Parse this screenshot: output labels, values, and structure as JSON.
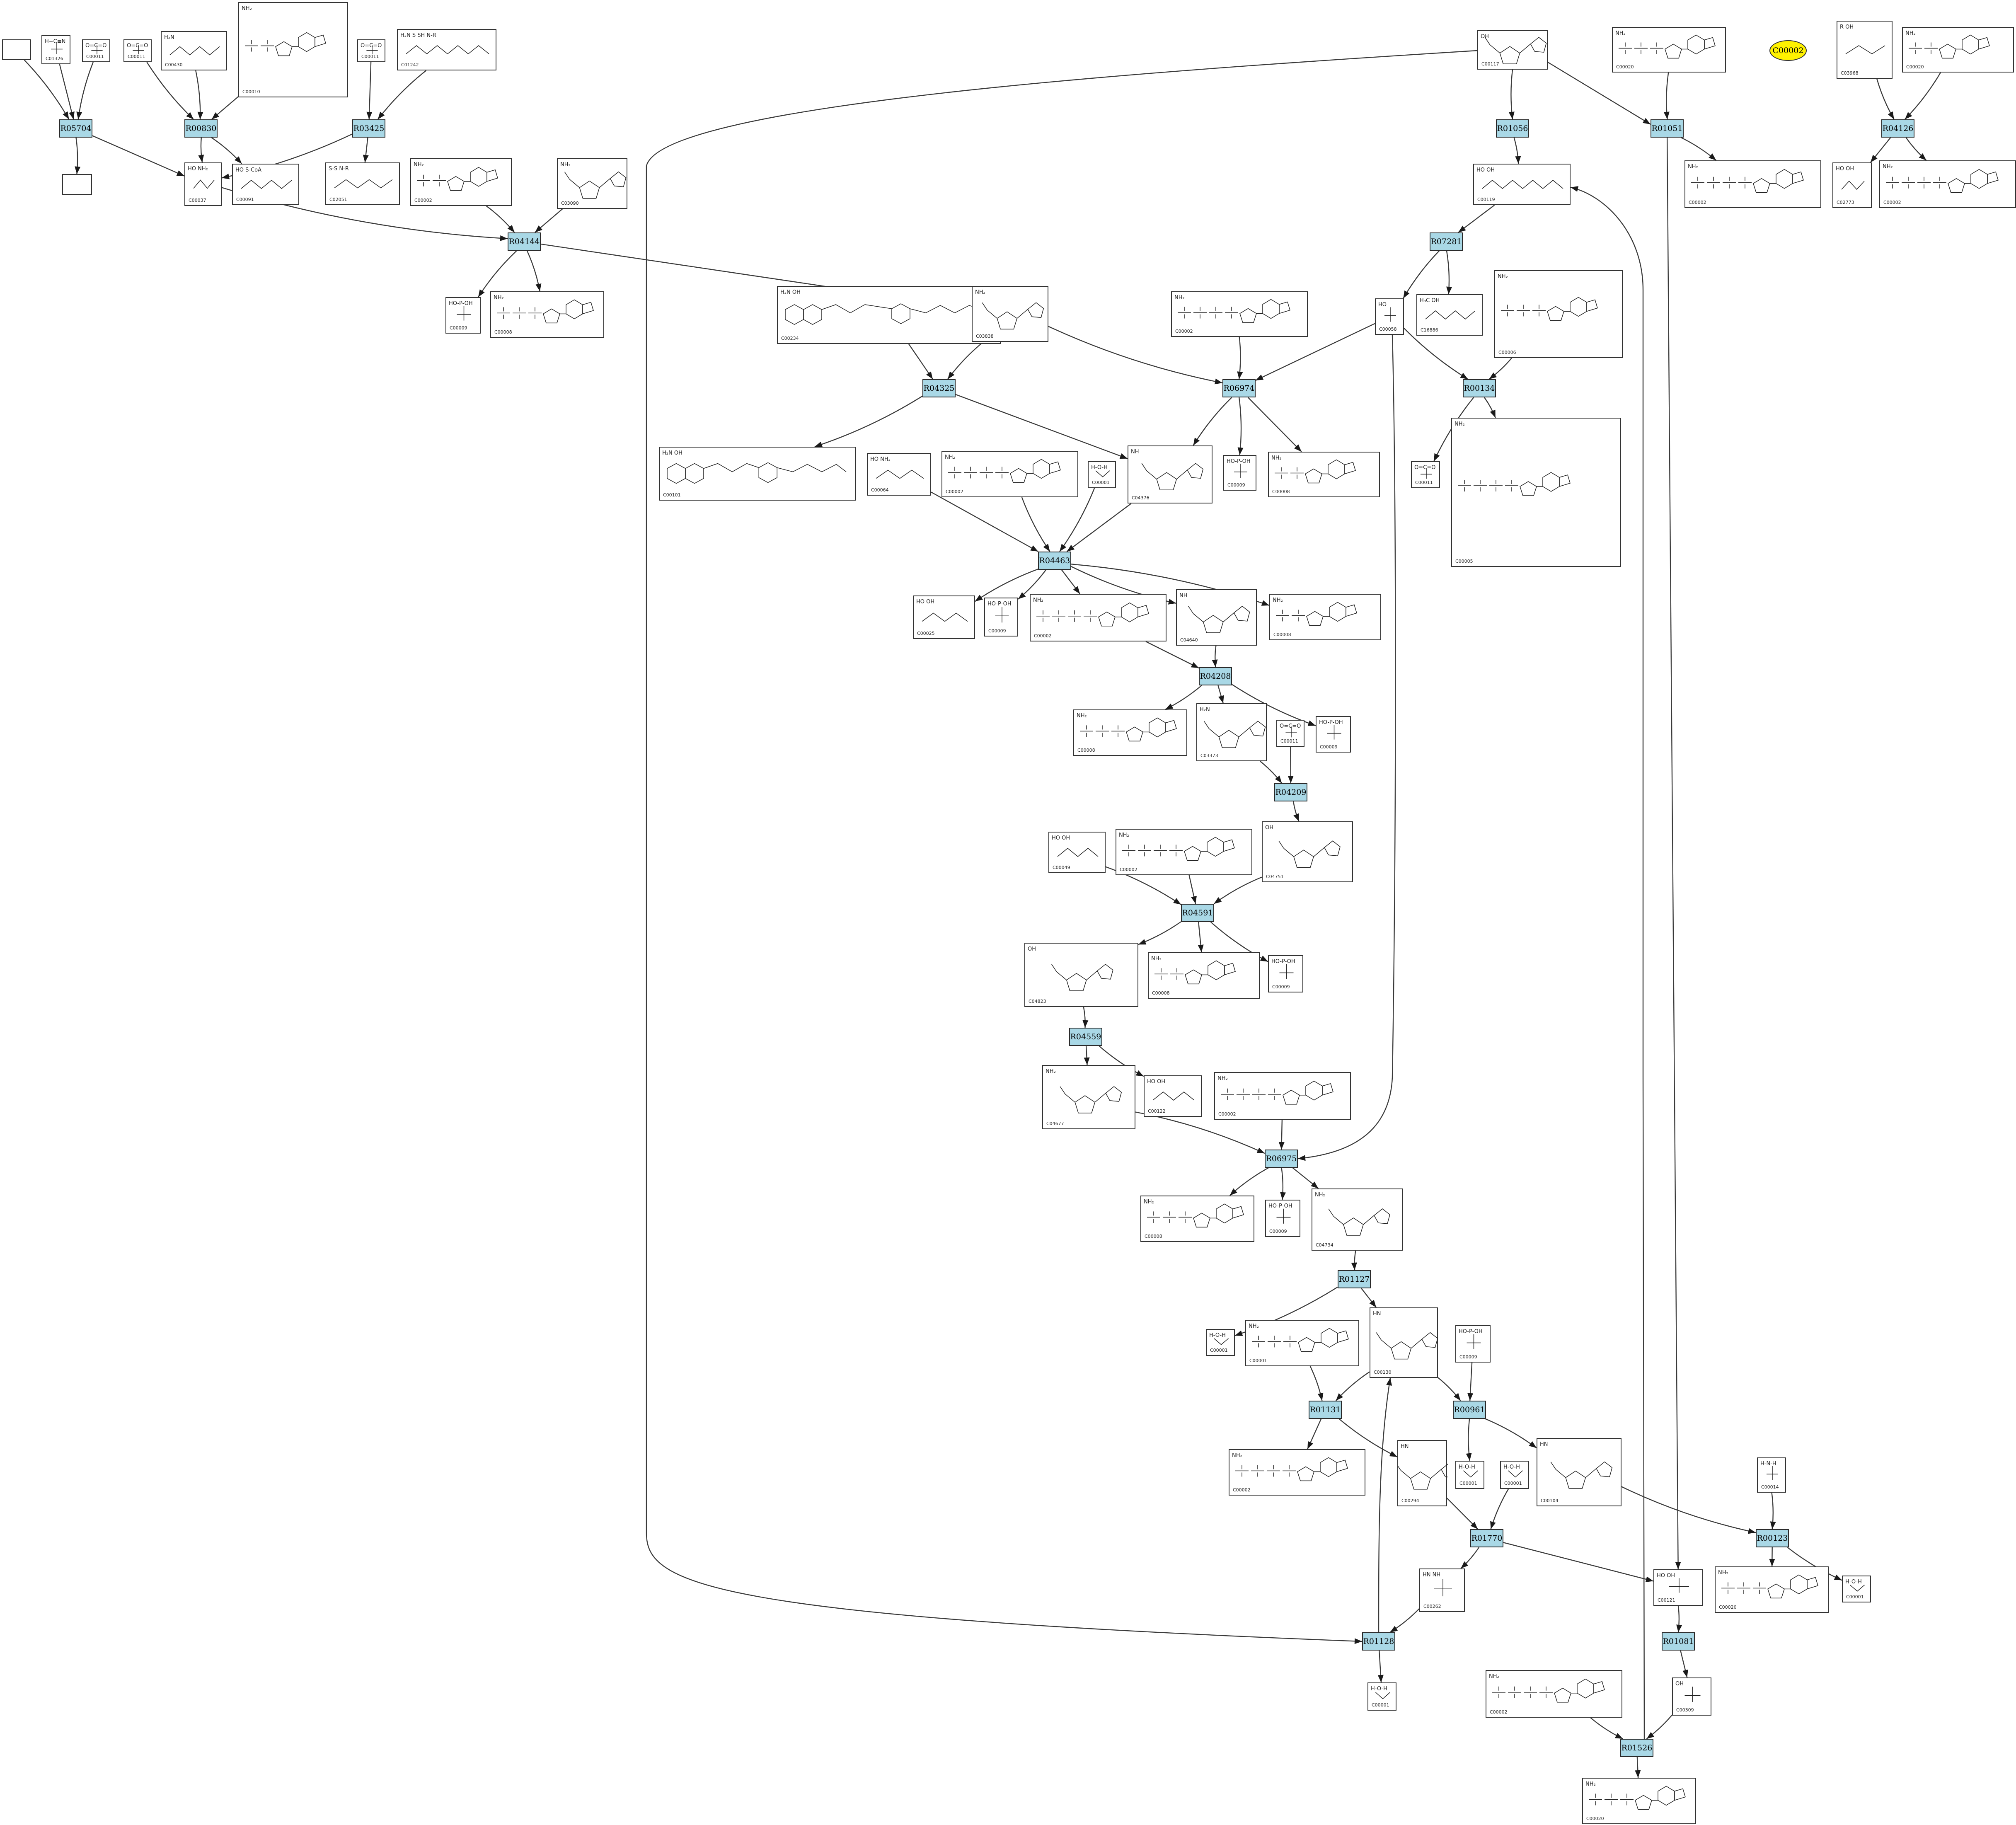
{
  "reactions": [
    {
      "id": "R05704",
      "label": "R05704"
    },
    {
      "id": "R00830",
      "label": "R00830"
    },
    {
      "id": "R03425",
      "label": "R03425"
    },
    {
      "id": "R04144",
      "label": "R04144"
    },
    {
      "id": "R01056",
      "label": "R01056"
    },
    {
      "id": "R01051",
      "label": "R01051"
    },
    {
      "id": "R04126",
      "label": "R04126"
    },
    {
      "id": "R07281",
      "label": "R07281"
    },
    {
      "id": "R04325",
      "label": "R04325"
    },
    {
      "id": "R06974",
      "label": "R06974"
    },
    {
      "id": "R00134",
      "label": "R00134"
    },
    {
      "id": "R04463",
      "label": "R04463"
    },
    {
      "id": "R04208",
      "label": "R04208"
    },
    {
      "id": "R04209",
      "label": "R04209"
    },
    {
      "id": "R04591",
      "label": "R04591"
    },
    {
      "id": "R04559",
      "label": "R04559"
    },
    {
      "id": "R06975",
      "label": "R06975"
    },
    {
      "id": "R01127",
      "label": "R01127"
    },
    {
      "id": "R01131",
      "label": "R01131"
    },
    {
      "id": "R00961",
      "label": "R00961"
    },
    {
      "id": "R01770",
      "label": "R01770"
    },
    {
      "id": "R00123",
      "label": "R00123"
    },
    {
      "id": "R01128",
      "label": "R01128"
    },
    {
      "id": "R01081",
      "label": "R01081"
    },
    {
      "id": "R01526",
      "label": "R01526"
    }
  ],
  "compounds": [
    {
      "id": "blank1",
      "code": "",
      "kind": "blank"
    },
    {
      "id": "C01326",
      "code": "C01326",
      "kind": "small",
      "formula": "H−C≡N"
    },
    {
      "id": "C00011a",
      "code": "C00011",
      "kind": "small",
      "formula": "O=C=O"
    },
    {
      "id": "C00011b",
      "code": "C00011",
      "kind": "small",
      "formula": "O=C=O"
    },
    {
      "id": "C00430",
      "code": "C00430",
      "kind": "chain",
      "formula": "H₂N"
    },
    {
      "id": "C00010",
      "code": "C00010",
      "kind": "nucleotide",
      "formula": "NH₂"
    },
    {
      "id": "C00011c",
      "code": "C00011",
      "kind": "small",
      "formula": "O=C=O"
    },
    {
      "id": "C01242",
      "code": "C01242",
      "kind": "chain",
      "formula": "H₂N S SH N-R"
    },
    {
      "id": "blank2",
      "code": "",
      "kind": "blank"
    },
    {
      "id": "C00037",
      "code": "C00037",
      "kind": "chain",
      "formula": "HO NH₂"
    },
    {
      "id": "C00091",
      "code": "C00091",
      "kind": "chain",
      "formula": "HO S-CoA"
    },
    {
      "id": "C02051",
      "code": "C02051",
      "kind": "chain",
      "formula": "S-S N-R"
    },
    {
      "id": "C00002a",
      "code": "C00002",
      "kind": "nucleotide",
      "formula": "NH₂"
    },
    {
      "id": "C03090",
      "code": "C03090",
      "kind": "sugar",
      "formula": "NH₂"
    },
    {
      "id": "C00009a",
      "code": "C00009",
      "kind": "small",
      "formula": "HO-P-OH"
    },
    {
      "id": "C00008a",
      "code": "C00008",
      "kind": "nucleotide",
      "formula": "NH₂"
    },
    {
      "id": "C00117",
      "code": "C00117",
      "kind": "sugar",
      "formula": "OH"
    },
    {
      "id": "C00020a",
      "code": "C00020",
      "kind": "nucleotide",
      "formula": "NH₂"
    },
    {
      "id": "C03968",
      "code": "C03968",
      "kind": "chain",
      "formula": "R OH"
    },
    {
      "id": "C00020b",
      "code": "C00020",
      "kind": "nucleotide",
      "formula": "NH₂"
    },
    {
      "id": "C00119",
      "code": "C00119",
      "kind": "chain",
      "formula": "HO OH"
    },
    {
      "id": "C00002b",
      "code": "C00002",
      "kind": "nucleotide",
      "formula": "NH₂"
    },
    {
      "id": "C02773",
      "code": "C02773",
      "kind": "chain",
      "formula": "HO OH"
    },
    {
      "id": "C00002c",
      "code": "C00002",
      "kind": "nucleotide",
      "formula": "NH₂"
    },
    {
      "id": "C00234",
      "code": "C00234",
      "kind": "folate",
      "formula": "H₂N OH"
    },
    {
      "id": "C03838",
      "code": "C03838",
      "kind": "sugar",
      "formula": "NH₂"
    },
    {
      "id": "C00002d",
      "code": "C00002",
      "kind": "nucleotide",
      "formula": "NH₂"
    },
    {
      "id": "C00058",
      "code": "C00058",
      "kind": "small",
      "formula": "HO"
    },
    {
      "id": "C16886",
      "code": "C16886",
      "kind": "chain",
      "formula": "H₃C OH"
    },
    {
      "id": "C00006",
      "code": "C00006",
      "kind": "nucleotide",
      "formula": "NH₂"
    },
    {
      "id": "C00101",
      "code": "C00101",
      "kind": "folate",
      "formula": "H₂N OH"
    },
    {
      "id": "C00064",
      "code": "C00064",
      "kind": "chain",
      "formula": "HO NH₂"
    },
    {
      "id": "C00002e",
      "code": "C00002",
      "kind": "nucleotide",
      "formula": "NH₂"
    },
    {
      "id": "C00001a",
      "code": "C00001",
      "kind": "water",
      "formula": "H-O-H"
    },
    {
      "id": "C04376",
      "code": "C04376",
      "kind": "sugar",
      "formula": "NH"
    },
    {
      "id": "C00009b",
      "code": "C00009",
      "kind": "small",
      "formula": "HO-P-OH"
    },
    {
      "id": "C00008b",
      "code": "C00008",
      "kind": "nucleotide",
      "formula": "NH₂"
    },
    {
      "id": "C00011d",
      "code": "C00011",
      "kind": "small",
      "formula": "O=C=O"
    },
    {
      "id": "C00005",
      "code": "C00005",
      "kind": "nucleotide",
      "formula": "NH₂"
    },
    {
      "id": "C00025",
      "code": "C00025",
      "kind": "chain",
      "formula": "HO OH"
    },
    {
      "id": "C00009c",
      "code": "C00009",
      "kind": "small",
      "formula": "HO-P-OH"
    },
    {
      "id": "C00002f",
      "code": "C00002",
      "kind": "nucleotide",
      "formula": "NH₂"
    },
    {
      "id": "C04640",
      "code": "C04640",
      "kind": "sugar",
      "formula": "NH"
    },
    {
      "id": "C00008c",
      "code": "C00008",
      "kind": "nucleotide",
      "formula": "NH₂"
    },
    {
      "id": "C00008d",
      "code": "C00008",
      "kind": "nucleotide",
      "formula": "NH₂"
    },
    {
      "id": "C03373",
      "code": "C03373",
      "kind": "sugar",
      "formula": "H₂N"
    },
    {
      "id": "C00011e",
      "code": "C00011",
      "kind": "small",
      "formula": "O=C=O"
    },
    {
      "id": "C00009d",
      "code": "C00009",
      "kind": "small",
      "formula": "HO-P-OH"
    },
    {
      "id": "C00049",
      "code": "C00049",
      "kind": "chain",
      "formula": "HO OH"
    },
    {
      "id": "C00002g",
      "code": "C00002",
      "kind": "nucleotide",
      "formula": "NH₂"
    },
    {
      "id": "C04751",
      "code": "C04751",
      "kind": "sugar",
      "formula": "OH"
    },
    {
      "id": "C04823",
      "code": "C04823",
      "kind": "sugar",
      "formula": "OH"
    },
    {
      "id": "C00008e",
      "code": "C00008",
      "kind": "nucleotide",
      "formula": "NH₂"
    },
    {
      "id": "C00009e",
      "code": "C00009",
      "kind": "small",
      "formula": "HO-P-OH"
    },
    {
      "id": "C04677",
      "code": "C04677",
      "kind": "sugar",
      "formula": "NH₂"
    },
    {
      "id": "C00122",
      "code": "C00122",
      "kind": "chain",
      "formula": "HO OH"
    },
    {
      "id": "C00002h",
      "code": "C00002",
      "kind": "nucleotide",
      "formula": "NH₂"
    },
    {
      "id": "C00008f",
      "code": "C00008",
      "kind": "nucleotide",
      "formula": "NH₂"
    },
    {
      "id": "C00009f",
      "code": "C00009",
      "kind": "small",
      "formula": "HO-P-OH"
    },
    {
      "id": "C04734",
      "code": "C04734",
      "kind": "sugar",
      "formula": "NH₂"
    },
    {
      "id": "C00001b",
      "code": "C00001",
      "kind": "water",
      "formula": "H-O-H"
    },
    {
      "id": "C00001c",
      "code": "C00001",
      "kind": "nucleotide",
      "formula": "NH₂"
    },
    {
      "id": "C00130",
      "code": "C00130",
      "kind": "sugar",
      "formula": "HN"
    },
    {
      "id": "C00009g",
      "code": "C00009",
      "kind": "small",
      "formula": "HO-P-OH"
    },
    {
      "id": "C00002i",
      "code": "C00002",
      "kind": "nucleotide",
      "formula": "NH₂"
    },
    {
      "id": "C00294",
      "code": "C00294",
      "kind": "sugar",
      "formula": "HN"
    },
    {
      "id": "C00001d",
      "code": "C00001",
      "kind": "water",
      "formula": "H-O-H"
    },
    {
      "id": "C00001e",
      "code": "C00001",
      "kind": "water",
      "formula": "H-O-H"
    },
    {
      "id": "C00104",
      "code": "C00104",
      "kind": "sugar",
      "formula": "HN"
    },
    {
      "id": "C00014",
      "code": "C00014",
      "kind": "small",
      "formula": "H-N-H"
    },
    {
      "id": "C00262",
      "code": "C00262",
      "kind": "small",
      "formula": "HN NH"
    },
    {
      "id": "C00121",
      "code": "C00121",
      "kind": "small",
      "formula": "HO OH"
    },
    {
      "id": "C00020c",
      "code": "C00020",
      "kind": "nucleotide",
      "formula": "NH₂"
    },
    {
      "id": "C00001f",
      "code": "C00001",
      "kind": "water",
      "formula": "H-O-H"
    },
    {
      "id": "C00001g",
      "code": "C00001",
      "kind": "water",
      "formula": "H-O-H"
    },
    {
      "id": "C00002j",
      "code": "C00002",
      "kind": "nucleotide",
      "formula": "NH₂"
    },
    {
      "id": "C00309",
      "code": "C00309",
      "kind": "small",
      "formula": "OH"
    },
    {
      "id": "C00020d",
      "code": "C00020",
      "kind": "nucleotide",
      "formula": "NH₂"
    }
  ],
  "highlight": {
    "id": "C00002",
    "label": "C00002",
    "color": "#fff200"
  },
  "colors": {
    "reaction_fill": "#a9d8e6",
    "edge": "#3a3a3a"
  },
  "edges": [
    [
      "blank1",
      "R05704"
    ],
    [
      "C01326",
      "R05704"
    ],
    [
      "C00011a",
      "R05704"
    ],
    [
      "R05704",
      "blank2"
    ],
    [
      "R05704",
      "C00037"
    ],
    [
      "C00011b",
      "R00830"
    ],
    [
      "C00430",
      "R00830"
    ],
    [
      "C00010",
      "R00830"
    ],
    [
      "R00830",
      "C00037"
    ],
    [
      "R00830",
      "C00091"
    ],
    [
      "C00011c",
      "R03425"
    ],
    [
      "C01242",
      "R03425"
    ],
    [
      "R03425",
      "C00037"
    ],
    [
      "R03425",
      "C02051"
    ],
    [
      "C00037",
      "R04144"
    ],
    [
      "C00002a",
      "R04144"
    ],
    [
      "C03090",
      "R04144"
    ],
    [
      "R04144",
      "C00009a"
    ],
    [
      "R04144",
      "C00008a"
    ],
    [
      "R04144",
      "C03838"
    ],
    [
      "C00117",
      "R01056"
    ],
    [
      "C00117",
      "R01051"
    ],
    [
      "C00117",
      "R01128"
    ],
    [
      "C00020a",
      "R01051"
    ],
    [
      "R01051",
      "C00002b"
    ],
    [
      "R01051",
      "C00121"
    ],
    [
      "C03968",
      "R04126"
    ],
    [
      "C00020b",
      "R04126"
    ],
    [
      "R04126",
      "C02773"
    ],
    [
      "R04126",
      "C00002c"
    ],
    [
      "R01056",
      "C00119"
    ],
    [
      "C00119",
      "R07281"
    ],
    [
      "R07281",
      "C00058"
    ],
    [
      "R07281",
      "C16886"
    ],
    [
      "C00234",
      "R04325"
    ],
    [
      "C03838",
      "R04325"
    ],
    [
      "R04325",
      "C00101"
    ],
    [
      "R04325",
      "C04376"
    ],
    [
      "C03838",
      "R06974"
    ],
    [
      "C00002d",
      "R06974"
    ],
    [
      "C00058",
      "R06974"
    ],
    [
      "R06974",
      "C04376"
    ],
    [
      "R06974",
      "C00009b"
    ],
    [
      "R06974",
      "C00008b"
    ],
    [
      "C00058",
      "R00134"
    ],
    [
      "C00006",
      "R00134"
    ],
    [
      "C00058",
      "R06975"
    ],
    [
      "R00134",
      "C00011d"
    ],
    [
      "R00134",
      "C00005"
    ],
    [
      "C00064",
      "R04463"
    ],
    [
      "C00002e",
      "R04463"
    ],
    [
      "C00001a",
      "R04463"
    ],
    [
      "C04376",
      "R04463"
    ],
    [
      "R04463",
      "C00025"
    ],
    [
      "R04463",
      "C00009c"
    ],
    [
      "R04463",
      "C00002f"
    ],
    [
      "R04463",
      "C04640"
    ],
    [
      "R04463",
      "C00008c"
    ],
    [
      "C00002f",
      "R04208"
    ],
    [
      "C04640",
      "R04208"
    ],
    [
      "R04208",
      "C00008d"
    ],
    [
      "R04208",
      "C03373"
    ],
    [
      "R04208",
      "C00009d"
    ],
    [
      "C03373",
      "R04209"
    ],
    [
      "C00011e",
      "R04209"
    ],
    [
      "R04209",
      "C04751"
    ],
    [
      "C00049",
      "R04591"
    ],
    [
      "C00002g",
      "R04591"
    ],
    [
      "C04751",
      "R04591"
    ],
    [
      "R04591",
      "C04823"
    ],
    [
      "R04591",
      "C00008e"
    ],
    [
      "R04591",
      "C00009e"
    ],
    [
      "C04823",
      "R04559"
    ],
    [
      "R04559",
      "C04677"
    ],
    [
      "R04559",
      "C00122"
    ],
    [
      "C04677",
      "R06975"
    ],
    [
      "C00002h",
      "R06975"
    ],
    [
      "R06975",
      "C00008f"
    ],
    [
      "R06975",
      "C00009f"
    ],
    [
      "R06975",
      "C04734"
    ],
    [
      "C04734",
      "R01127"
    ],
    [
      "R01127",
      "C00001b"
    ],
    [
      "R01127",
      "C00130"
    ],
    [
      "C00130",
      "R01131"
    ],
    [
      "C00001c",
      "R01131"
    ],
    [
      "R01131",
      "C00002i"
    ],
    [
      "R01131",
      "C00294"
    ],
    [
      "C00130",
      "R00961"
    ],
    [
      "C00009g",
      "R00961"
    ],
    [
      "R00961",
      "C00001d"
    ],
    [
      "R00961",
      "C00104"
    ],
    [
      "C00294",
      "R01770"
    ],
    [
      "C00001e",
      "R01770"
    ],
    [
      "R01770",
      "C00262"
    ],
    [
      "R01770",
      "C00121"
    ],
    [
      "C00104",
      "R00123"
    ],
    [
      "C00014",
      "R00123"
    ],
    [
      "R00123",
      "C00020c"
    ],
    [
      "R00123",
      "C00001f"
    ],
    [
      "C00262",
      "R01128"
    ],
    [
      "R01128",
      "C00001g"
    ],
    [
      "R01128",
      "C00130"
    ],
    [
      "C00121",
      "R01081"
    ],
    [
      "R01081",
      "C00309"
    ],
    [
      "C00002j",
      "R01526"
    ],
    [
      "C00309",
      "R01526"
    ],
    [
      "R01526",
      "C00020d"
    ],
    [
      "R01526",
      "C00119"
    ]
  ]
}
